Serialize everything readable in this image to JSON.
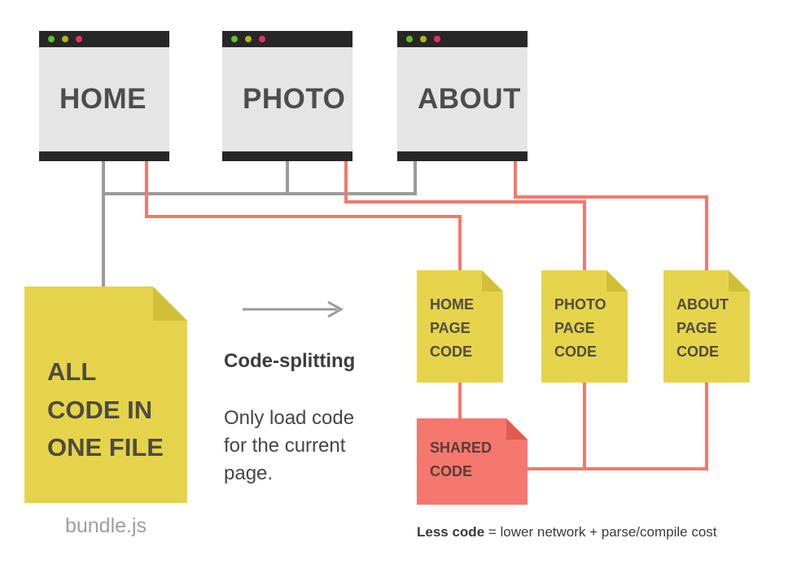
{
  "windows": [
    {
      "label": "HOME"
    },
    {
      "label": "PHOTO"
    },
    {
      "label": "ABOUT"
    }
  ],
  "bundle": {
    "label": "ALL CODE IN ONE FILE",
    "caption": "bundle.js"
  },
  "center": {
    "title": "Code-splitting",
    "description": "Only load code for the current page."
  },
  "split_files": [
    {
      "label": "HOME PAGE CODE"
    },
    {
      "label": "PHOTO PAGE CODE"
    },
    {
      "label": "ABOUT PAGE CODE"
    }
  ],
  "shared_file": {
    "label": "SHARED CODE"
  },
  "footnote": {
    "bold": "Less code",
    "rest": " = lower network + parse/compile cost"
  },
  "icons": {
    "window_dots": [
      "dot-green",
      "dot-yellow",
      "dot-pink"
    ],
    "arrow": "arrow-right",
    "page_fold": "folded-corner"
  },
  "colors": {
    "file_yellow": "#e5d44b",
    "accent_salmon": "#f4786e",
    "window_bar": "#272727",
    "window_body": "#e5e5e5",
    "connector_gray": "#9b9b9b",
    "dot_green": "#61c22d",
    "dot_yellow": "#b9b021",
    "dot_pink": "#ea2e68",
    "text_dark": "#4d4d4d",
    "caption_gray": "#9e9e9e"
  }
}
